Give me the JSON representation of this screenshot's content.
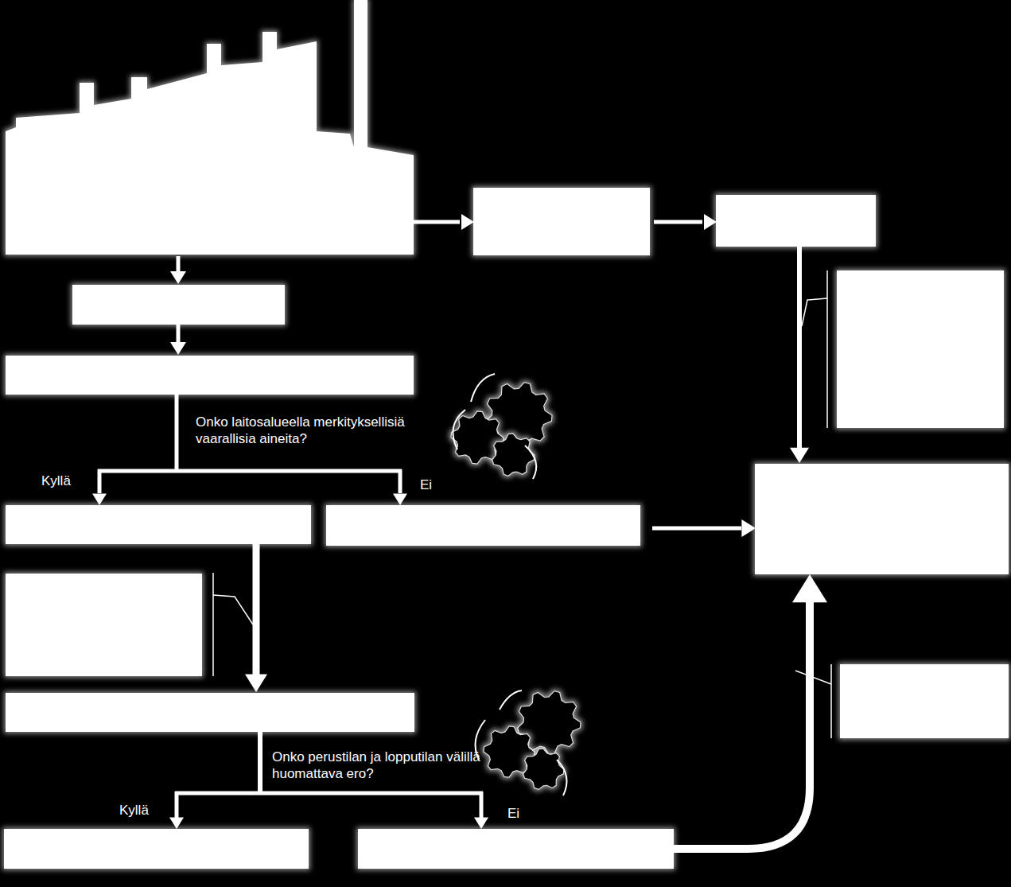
{
  "diagram": {
    "labels": [
      "Onko laitosalueella merkityksellisiä vaarallisia aineita?",
      "Kyllä",
      "Ei",
      "Onko perustilan ja lopputilan välillä huomattava ero?",
      "Kyllä",
      "Ei"
    ]
  }
}
